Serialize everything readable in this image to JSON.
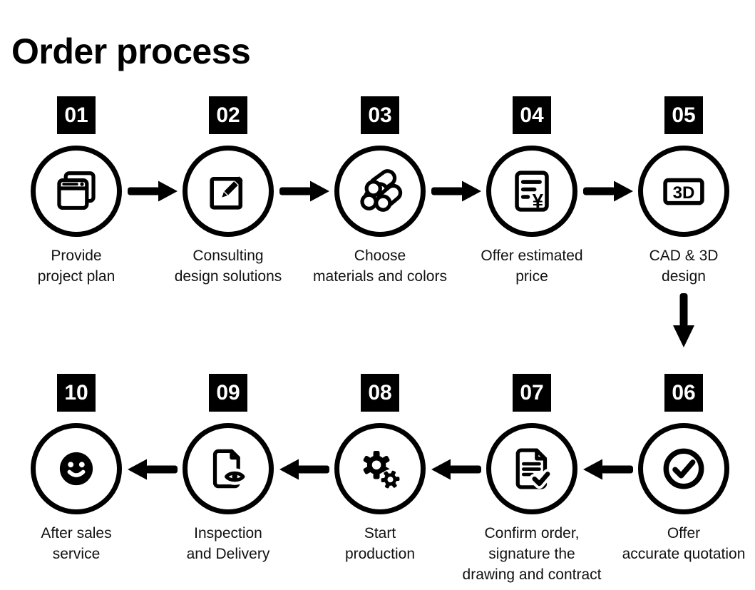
{
  "title": "Order process",
  "colors": {
    "ink": "#000000",
    "background": "#ffffff",
    "number_text": "#ffffff",
    "label_text": "#111111"
  },
  "steps": [
    {
      "number": "01",
      "icon": "windows-stack-icon",
      "lines": [
        "Provide",
        "project plan"
      ]
    },
    {
      "number": "02",
      "icon": "edit-pencil-icon",
      "lines": [
        "Consulting",
        "design solutions"
      ]
    },
    {
      "number": "03",
      "icon": "pipes-icon",
      "lines": [
        "Choose",
        "materials and colors"
      ]
    },
    {
      "number": "04",
      "icon": "invoice-yen-icon",
      "icon_text": "¥",
      "lines": [
        "Offer estimated",
        "price"
      ]
    },
    {
      "number": "05",
      "icon": "three-d-box-icon",
      "icon_text": "3D",
      "lines": [
        "CAD & 3D",
        "design"
      ]
    },
    {
      "number": "06",
      "icon": "check-circle-icon",
      "lines": [
        "Offer",
        "accurate quotation"
      ]
    },
    {
      "number": "07",
      "icon": "document-check-icon",
      "lines": [
        "Confirm order,",
        "signature the",
        "drawing and contract"
      ]
    },
    {
      "number": "08",
      "icon": "gears-icon",
      "lines": [
        "Start",
        "production"
      ]
    },
    {
      "number": "09",
      "icon": "document-eye-icon",
      "lines": [
        "Inspection",
        "and Delivery"
      ]
    },
    {
      "number": "10",
      "icon": "smiley-icon",
      "lines": [
        "After sales",
        "service"
      ]
    }
  ]
}
